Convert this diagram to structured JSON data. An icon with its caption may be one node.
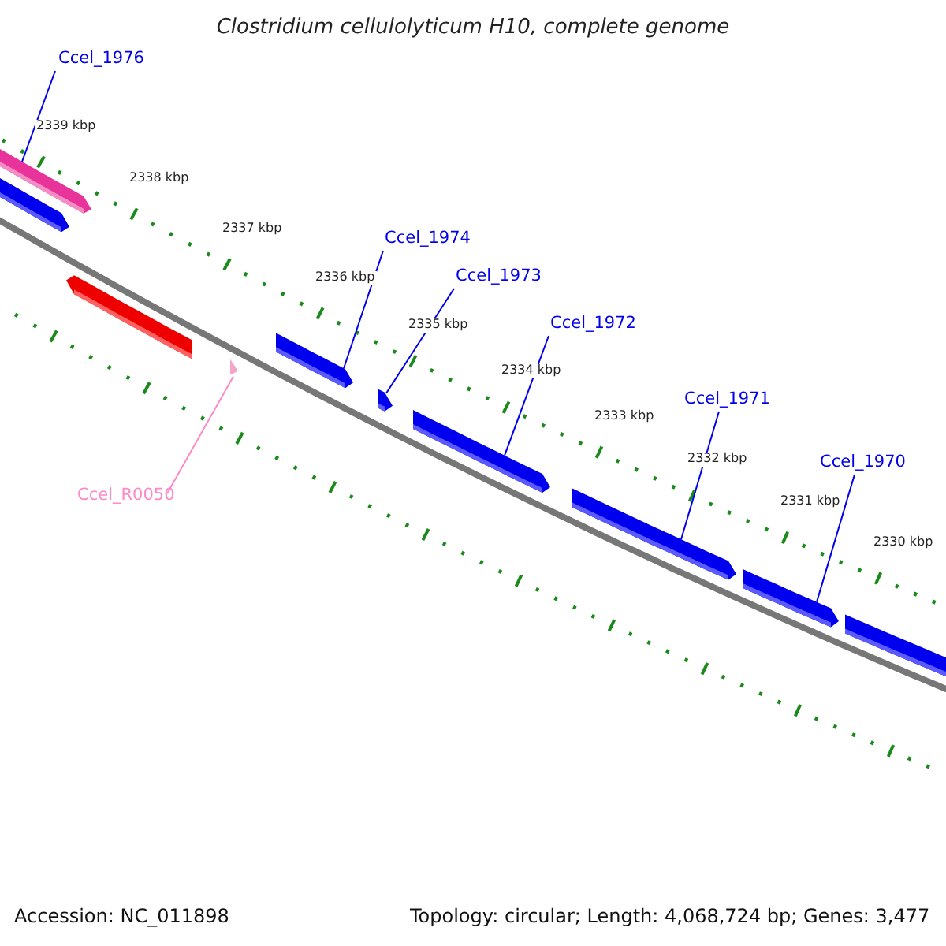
{
  "diagram": {
    "title": "Clostridium cellulolyticum H10, complete genome",
    "nodes": [
      {
        "text": [
          "Ccel_1976"
        ]
      },
      {
        "text": [
          "Ccel_1974"
        ]
      },
      {
        "text": [
          "Ccel_1973"
        ]
      },
      {
        "text": [
          "Ccel_1972"
        ]
      },
      {
        "text": [
          "Ccel_1971"
        ]
      },
      {
        "text": [
          "Ccel_1970"
        ]
      },
      {
        "text": [
          "Ccel_R0050"
        ]
      },
      {
        "text": [],
        "shape": "bar"
      },
      {
        "text": [],
        "shape": "bar"
      },
      {
        "text": [],
        "shape": "bar"
      },
      {
        "text": [],
        "shape": "bar"
      },
      {
        "text": [],
        "shape": "bar"
      },
      {
        "text": [],
        "shape": "bar"
      },
      {
        "text": [],
        "shape": "bar"
      },
      {
        "text": [],
        "shape": "bar"
      },
      {
        "text": [],
        "shape": "bar"
      },
      {
        "text": [],
        "shape": "bar"
      }
    ],
    "edges": [
      {
        "from": 0,
        "to": 7,
        "arrow": "none"
      },
      {
        "from": 1,
        "to": 11,
        "arrow": "none"
      },
      {
        "from": 2,
        "to": 12,
        "arrow": "none"
      },
      {
        "from": 3,
        "to": 13,
        "arrow": "none"
      },
      {
        "from": 4,
        "to": 14,
        "arrow": "none"
      },
      {
        "from": 5,
        "to": 15,
        "arrow": "none"
      },
      {
        "from": 6,
        "to": 10,
        "arrow": "none",
        "color": "#ff88c8"
      }
    ],
    "labels": [
      "2339 kbp",
      "2338 kbp",
      "2337 kbp",
      "2336 kbp",
      "2335 kbp",
      "2334 kbp",
      "2333 kbp",
      "2332 kbp",
      "2331 kbp",
      "2330 kbp",
      "Accession: NC_011898",
      "Topology: circular; Length: 4,068,724 bp; Genes: 3,477"
    ]
  }
}
